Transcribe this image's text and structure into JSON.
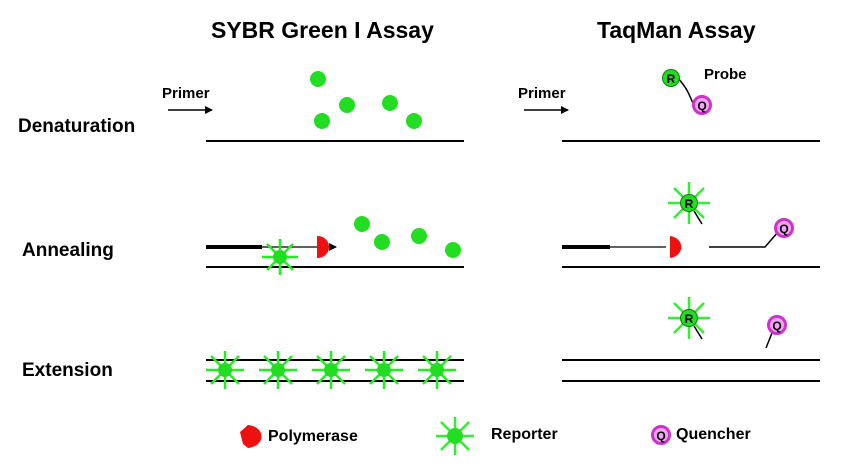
{
  "titles": {
    "sybr": "SYBR Green I Assay",
    "taqman": "TaqMan Assay"
  },
  "rows": {
    "denaturation": "Denaturation",
    "annealing": "Annealing",
    "extension": "Extension"
  },
  "labels": {
    "primer": "Primer",
    "probe": "Probe",
    "reporter_letter": "R",
    "quencher_letter": "Q"
  },
  "legend": {
    "polymerase": "Polymerase",
    "reporter": "Reporter",
    "quencher": "Quencher"
  },
  "colors": {
    "dye_green": "#22dd22",
    "reporter_green": "#33ee33",
    "polymerase_red": "#ee1111",
    "quencher_magenta": "#cc33cc",
    "quencher_fill": "#f2a6f2",
    "line": "#000000"
  }
}
